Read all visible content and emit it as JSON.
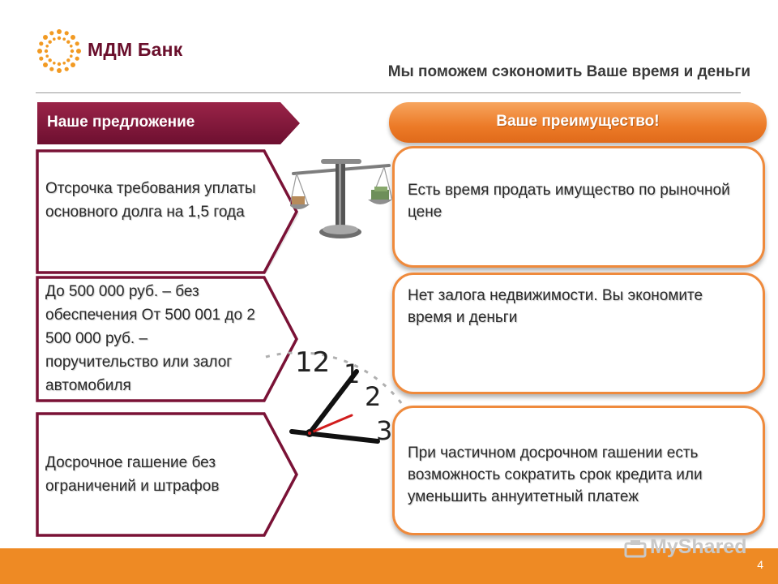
{
  "brand": {
    "name": "МДМ Банк",
    "logo_color": "#f29a22",
    "text_color": "#6a0f2c"
  },
  "slide": {
    "title": "Мы поможем сэкономить Ваше время и деньги",
    "page_number": "4"
  },
  "offer": {
    "header": "Наше предложение",
    "items": [
      {
        "text": "Отсрочка требования уплаты основного долга на 1,5 года"
      },
      {
        "text": "До 500 000 руб. – без обеспечения От 500 001 до 2 500 000 руб. – поручительство или залог автомобиля"
      },
      {
        "text": "Досрочное гашение без ограничений и штрафов"
      }
    ]
  },
  "advantage": {
    "header": "Ваше преимущество!",
    "items": [
      {
        "text": "Есть время продать имущество по рыночной цене"
      },
      {
        "text": "Нет залога недвижимости. Вы экономите время и деньги"
      },
      {
        "text": "При частичном досрочном гашении есть возможность сократить срок кредита или уменьшить аннуитетный платеж"
      }
    ]
  },
  "clock": {
    "numerals": [
      "12",
      "1",
      "2",
      "3"
    ]
  },
  "watermark": "MyShared",
  "colors": {
    "maroon": "#7a1236",
    "orange": "#ec7a27",
    "footer": "#ee8a24"
  }
}
